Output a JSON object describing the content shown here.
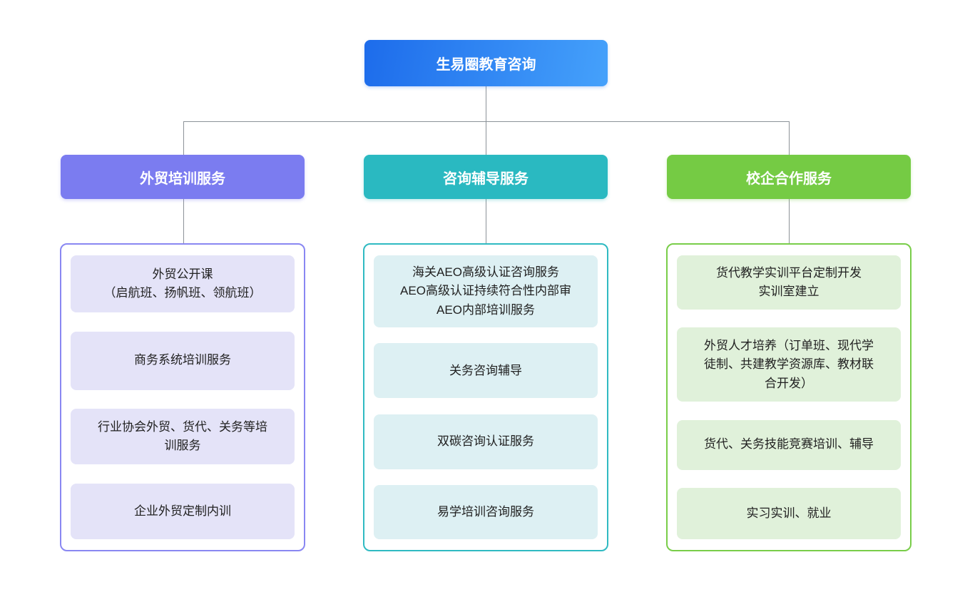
{
  "chart": {
    "type": "org-diagram",
    "root": {
      "title": "生易圈教育咨询"
    },
    "branches": [
      {
        "title": "外贸培训服务",
        "items": [
          "外贸公开课\n（启航班、扬帆班、领航班）",
          "商务系统培训服务",
          "行业协会外贸、货代、关务等培\n训服务",
          "企业外贸定制内训"
        ]
      },
      {
        "title": "咨询辅导服务",
        "items": [
          "海关AEO高级认证咨询服务\nAEO高级认证持续符合性内部审\nAEO内部培训服务",
          "关务咨询辅导",
          "双碳咨询认证服务",
          "易学培训咨询服务"
        ]
      },
      {
        "title": "校企合作服务",
        "items": [
          "货代教学实训平台定制开发\n实训室建立",
          "外贸人才培养（订单班、现代学\n徒制、共建教学资源库、教材联\n合开发）",
          "货代、关务技能竞赛培训、辅导",
          "实习实训、就业"
        ]
      }
    ],
    "colors": {
      "root_gradient_start": "#1d6ceb",
      "root_gradient_end": "#45a1fb",
      "branch_1": "#7b7cf0",
      "branch_1_light": "#e4e3f8",
      "branch_2": "#2ab9c1",
      "branch_2_light": "#ddf0f3",
      "branch_3": "#75cb44",
      "branch_3_light": "#e0f1da",
      "connector": "#8c9298",
      "item_text": "#212121",
      "background": "#ffffff"
    }
  }
}
